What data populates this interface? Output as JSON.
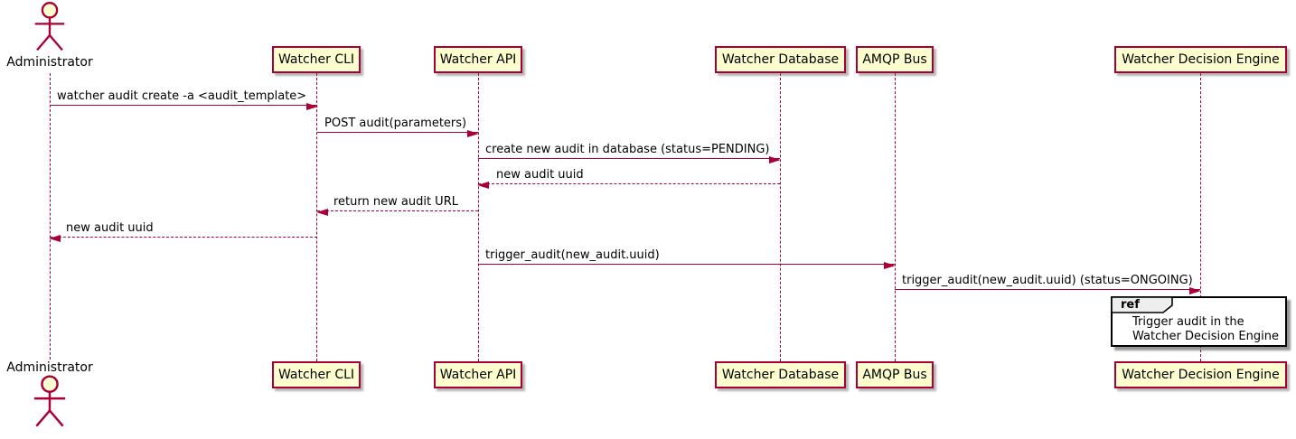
{
  "diagram": {
    "type": "sequence",
    "actor": {
      "name": "Administrator"
    },
    "participants": [
      {
        "label": "Watcher CLI"
      },
      {
        "label": "Watcher API"
      },
      {
        "label": "Watcher Database"
      },
      {
        "label": "AMQP Bus"
      },
      {
        "label": "Watcher Decision Engine"
      }
    ],
    "messages": [
      {
        "from": "Administrator",
        "to": "Watcher CLI",
        "label": "watcher audit create -a <audit_template>",
        "style": "solid"
      },
      {
        "from": "Watcher CLI",
        "to": "Watcher API",
        "label": "POST audit(parameters)",
        "style": "solid"
      },
      {
        "from": "Watcher API",
        "to": "Watcher Database",
        "label": "create new audit in database (status=PENDING)",
        "style": "solid"
      },
      {
        "from": "Watcher Database",
        "to": "Watcher API",
        "label": "new audit uuid",
        "style": "dashed"
      },
      {
        "from": "Watcher API",
        "to": "Watcher CLI",
        "label": "return new audit URL",
        "style": "dashed"
      },
      {
        "from": "Watcher CLI",
        "to": "Administrator",
        "label": "new audit uuid",
        "style": "dashed"
      },
      {
        "from": "Watcher API",
        "to": "AMQP Bus",
        "label": "trigger_audit(new_audit.uuid)",
        "style": "solid"
      },
      {
        "from": "AMQP Bus",
        "to": "Watcher Decision Engine",
        "label": "trigger_audit(new_audit.uuid) (status=ONGOING)",
        "style": "solid"
      }
    ],
    "ref": {
      "keyword": "ref",
      "lines": [
        "Trigger audit in the",
        "Watcher Decision Engine"
      ]
    },
    "colors": {
      "line": "#A80036",
      "participant_fill": "#FEFECE",
      "ref_header_fill": "#EEEEEE",
      "text": "#000000"
    }
  }
}
